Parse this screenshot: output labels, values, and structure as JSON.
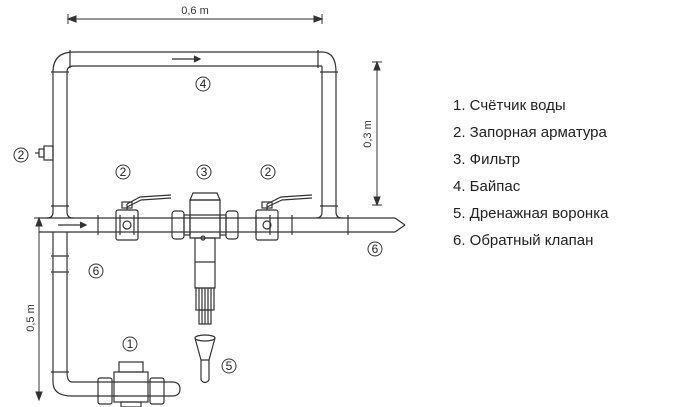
{
  "dimensions": {
    "width_label": "0,6 m",
    "bypass_height_label": "0,3 m",
    "drop_height_label": "0,5 m"
  },
  "callouts": {
    "water_meter": "1",
    "shutoff_left": "2",
    "shutoff_top_left": "2",
    "shutoff_right": "2",
    "filter": "3",
    "bypass": "4",
    "drain_funnel": "5",
    "check_valve_left": "6",
    "check_valve_right": "6"
  },
  "legend": {
    "items": [
      "1. Счётчик воды",
      "2. Запорная арматура",
      "3. Фильтр",
      "4. Байпас",
      "5. Дренажная воронка",
      "6. Обратный клапан"
    ]
  },
  "colors": {
    "line": "#333333",
    "background": "#ffffff"
  }
}
